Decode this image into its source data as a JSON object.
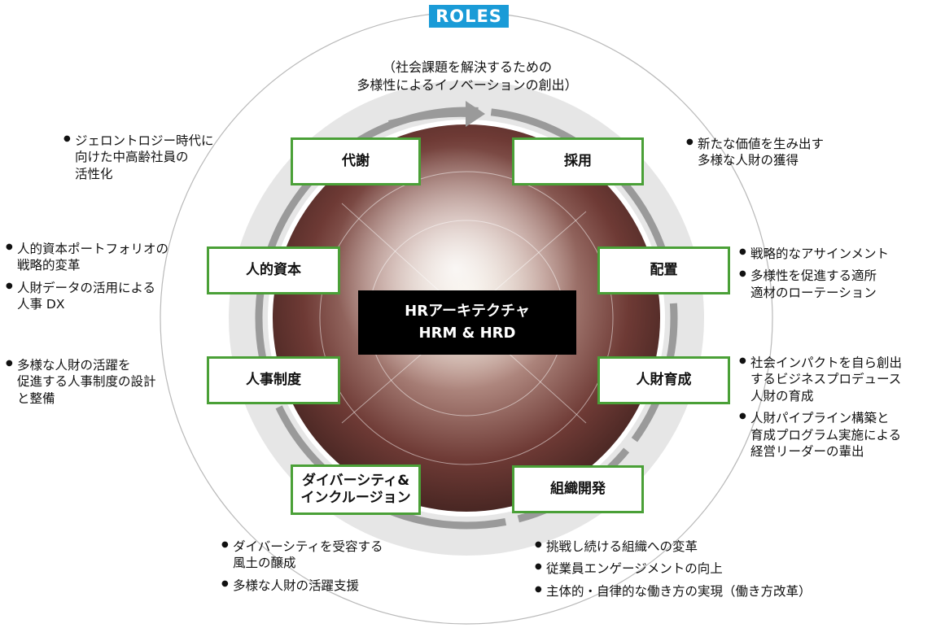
{
  "roles_label": "ROLES",
  "mission": {
    "line1": "（社会課題を解決するための",
    "line2": "多様性によるイノベーションの創出）"
  },
  "center": {
    "line1": "HRアーキテクチャ",
    "line2": "HRM & HRD"
  },
  "boxes": {
    "metabolism": "代謝",
    "recruitment": "採用",
    "human_capital": "人的資本",
    "placement": "配置",
    "hr_system": "人事制度",
    "development": "人財育成",
    "dei_line1": "ダイバーシティ&",
    "dei_line2": "インクルージョン",
    "org_dev": "組織開発"
  },
  "notes": {
    "metabolism": [
      "ジェロントロジー時代に\n向けた中高齢社員の\n活性化"
    ],
    "recruitment": [
      "新たな価値を生み出す\n多様な人財の獲得"
    ],
    "human_capital": [
      "人的資本ポートフォリオの\n戦略的変革",
      "人財データの活用による\n人事 DX"
    ],
    "placement": [
      "戦略的なアサインメント",
      "多様性を促進する適所\n適材のローテーション"
    ],
    "hr_system": [
      "多様な人財の活躍を\n促進する人事制度の設計\nと整備"
    ],
    "development": [
      "社会インパクトを自ら創出\nするビジネスプロデュース\n人財の育成",
      "人財パイプライン構築と\n育成プログラム実施による\n経営リーダーの輩出"
    ],
    "dei": [
      "ダイバーシティを受容する\n風土の醸成",
      "多様な人財の活躍支援"
    ],
    "org_dev": [
      "挑戦し続ける組織への変革",
      "従業員エンゲージメントの向上",
      "主体的・自律的な働き方の実現（働き方改革）"
    ]
  },
  "colors": {
    "accent_green": "#4aa037",
    "roles_blue": "#1a9bd7",
    "ring_gray": "#e6e6e6",
    "arrow_gray": "#9a9a9a"
  }
}
